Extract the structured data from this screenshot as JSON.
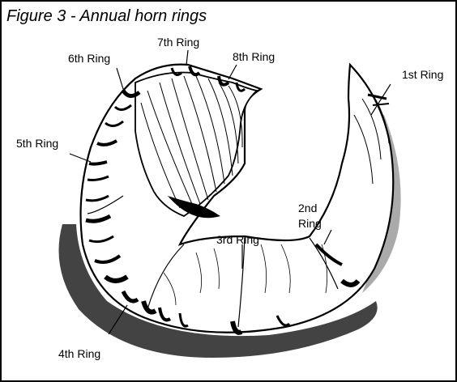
{
  "figure": {
    "title": "Figure 3 - Annual horn rings",
    "rings": {
      "r1": "1st Ring",
      "r2": "2nd Ring",
      "r3": "3rd Ring",
      "r4": "4th Ring",
      "r5": "5th Ring",
      "r6": "6th Ring",
      "r7": "7th Ring",
      "r8": "8th Ring"
    }
  },
  "colors": {
    "ink": "#000000",
    "background": "#ffffff"
  }
}
